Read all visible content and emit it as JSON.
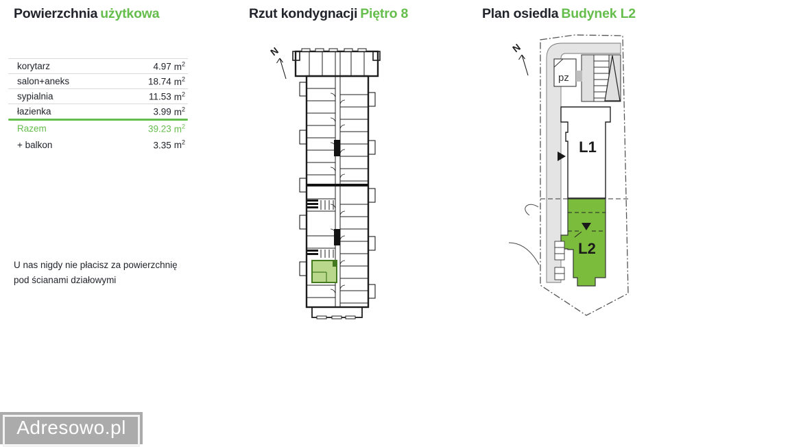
{
  "colors": {
    "accent_green": "#65bd4b",
    "l2_building_fill": "#7cbc3d",
    "highlighted_unit_fill": "#b9d88c",
    "text_dark": "#21242a",
    "road_gray": "#e4e4e4",
    "watermark_bg": "#ababab",
    "watermark_text": "#ffffff"
  },
  "area_panel": {
    "title_dark": "Powierzchnia",
    "title_green": "użytkowa",
    "unit": "m",
    "unit_exp": "2",
    "rows": [
      {
        "label": "korytarz",
        "value": "4.97"
      },
      {
        "label": "salon+aneks",
        "value": "18.74"
      },
      {
        "label": "sypialnia",
        "value": "11.53"
      },
      {
        "label": "łazienka",
        "value": "3.99"
      }
    ],
    "total_row": {
      "label": "Razem",
      "value": "39.23"
    },
    "balcony_row": {
      "label": "+ balkon",
      "value": "3.35"
    },
    "note_line1": "U nas nigdy nie płacisz za powierzchnię",
    "note_line2": "pod ścianami działowymi"
  },
  "floorplan_panel": {
    "title_dark": "Rzut kondygnacji",
    "title_green": "Piętro 8",
    "north_label": "N"
  },
  "siteplan_panel": {
    "title_dark": "Plan osiedla",
    "title_green": "Budynek L2",
    "north_label": "N",
    "building_labels": {
      "pz": "pz",
      "l1": "L1",
      "l2": "L2"
    }
  },
  "watermark": {
    "text": "Adresowo.pl"
  }
}
